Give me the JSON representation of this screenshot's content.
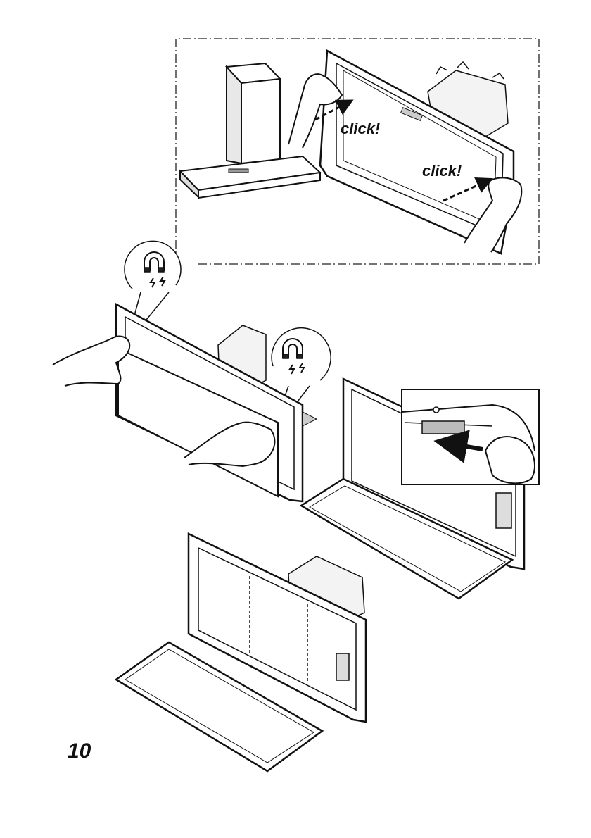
{
  "page": {
    "figure_number": "10"
  },
  "inset_top": {
    "click_label_1": "click!",
    "click_label_2": "click!"
  }
}
